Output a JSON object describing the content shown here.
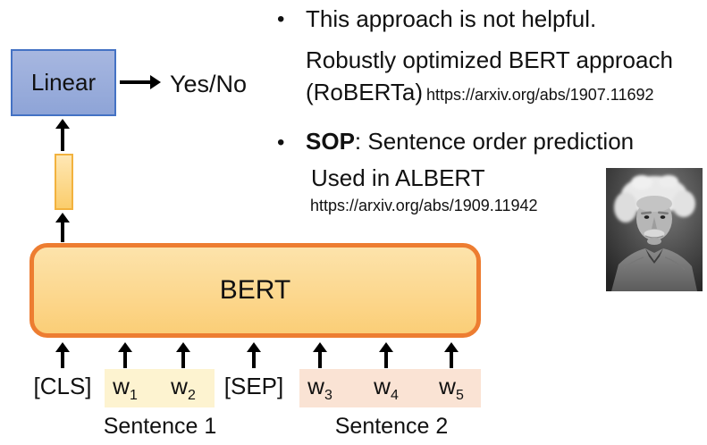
{
  "diagram": {
    "linear_label": "Linear",
    "output_label": "Yes/No",
    "bert_label": "BERT",
    "tokens": [
      {
        "base": "[CLS]",
        "sub": ""
      },
      {
        "base": "w",
        "sub": "1"
      },
      {
        "base": "w",
        "sub": "2"
      },
      {
        "base": "[SEP]",
        "sub": ""
      },
      {
        "base": "w",
        "sub": "3"
      },
      {
        "base": "w",
        "sub": "4"
      },
      {
        "base": "w",
        "sub": "5"
      }
    ],
    "sentence1_label": "Sentence 1",
    "sentence2_label": "Sentence 2",
    "colors": {
      "linear_fill": "#8EA4D7",
      "linear_border": "#4472C4",
      "bert_border": "#ED7D31",
      "bert_fill_top": "#FDE3AB",
      "bert_fill_bottom": "#FBCE77",
      "feature_fill": "#FCD98E",
      "feature_border": "#F2B23E",
      "sentence1_highlight": "#FDF3D0",
      "sentence2_highlight": "#FAE3D4"
    }
  },
  "notes": {
    "bullet_glyph": "•",
    "bullet1": "This approach is not helpful.",
    "roberta_line1": "Robustly optimized BERT approach",
    "roberta_line2": "(RoBERTa)",
    "roberta_link": "https://arxiv.org/abs/1907.11692",
    "bullet2_bold": "SOP",
    "bullet2_rest": ": Sentence order prediction",
    "albert_line": "Used in ALBERT",
    "albert_link": "https://arxiv.org/abs/1909.11942"
  },
  "photo": {
    "description": "einstein-portrait"
  }
}
